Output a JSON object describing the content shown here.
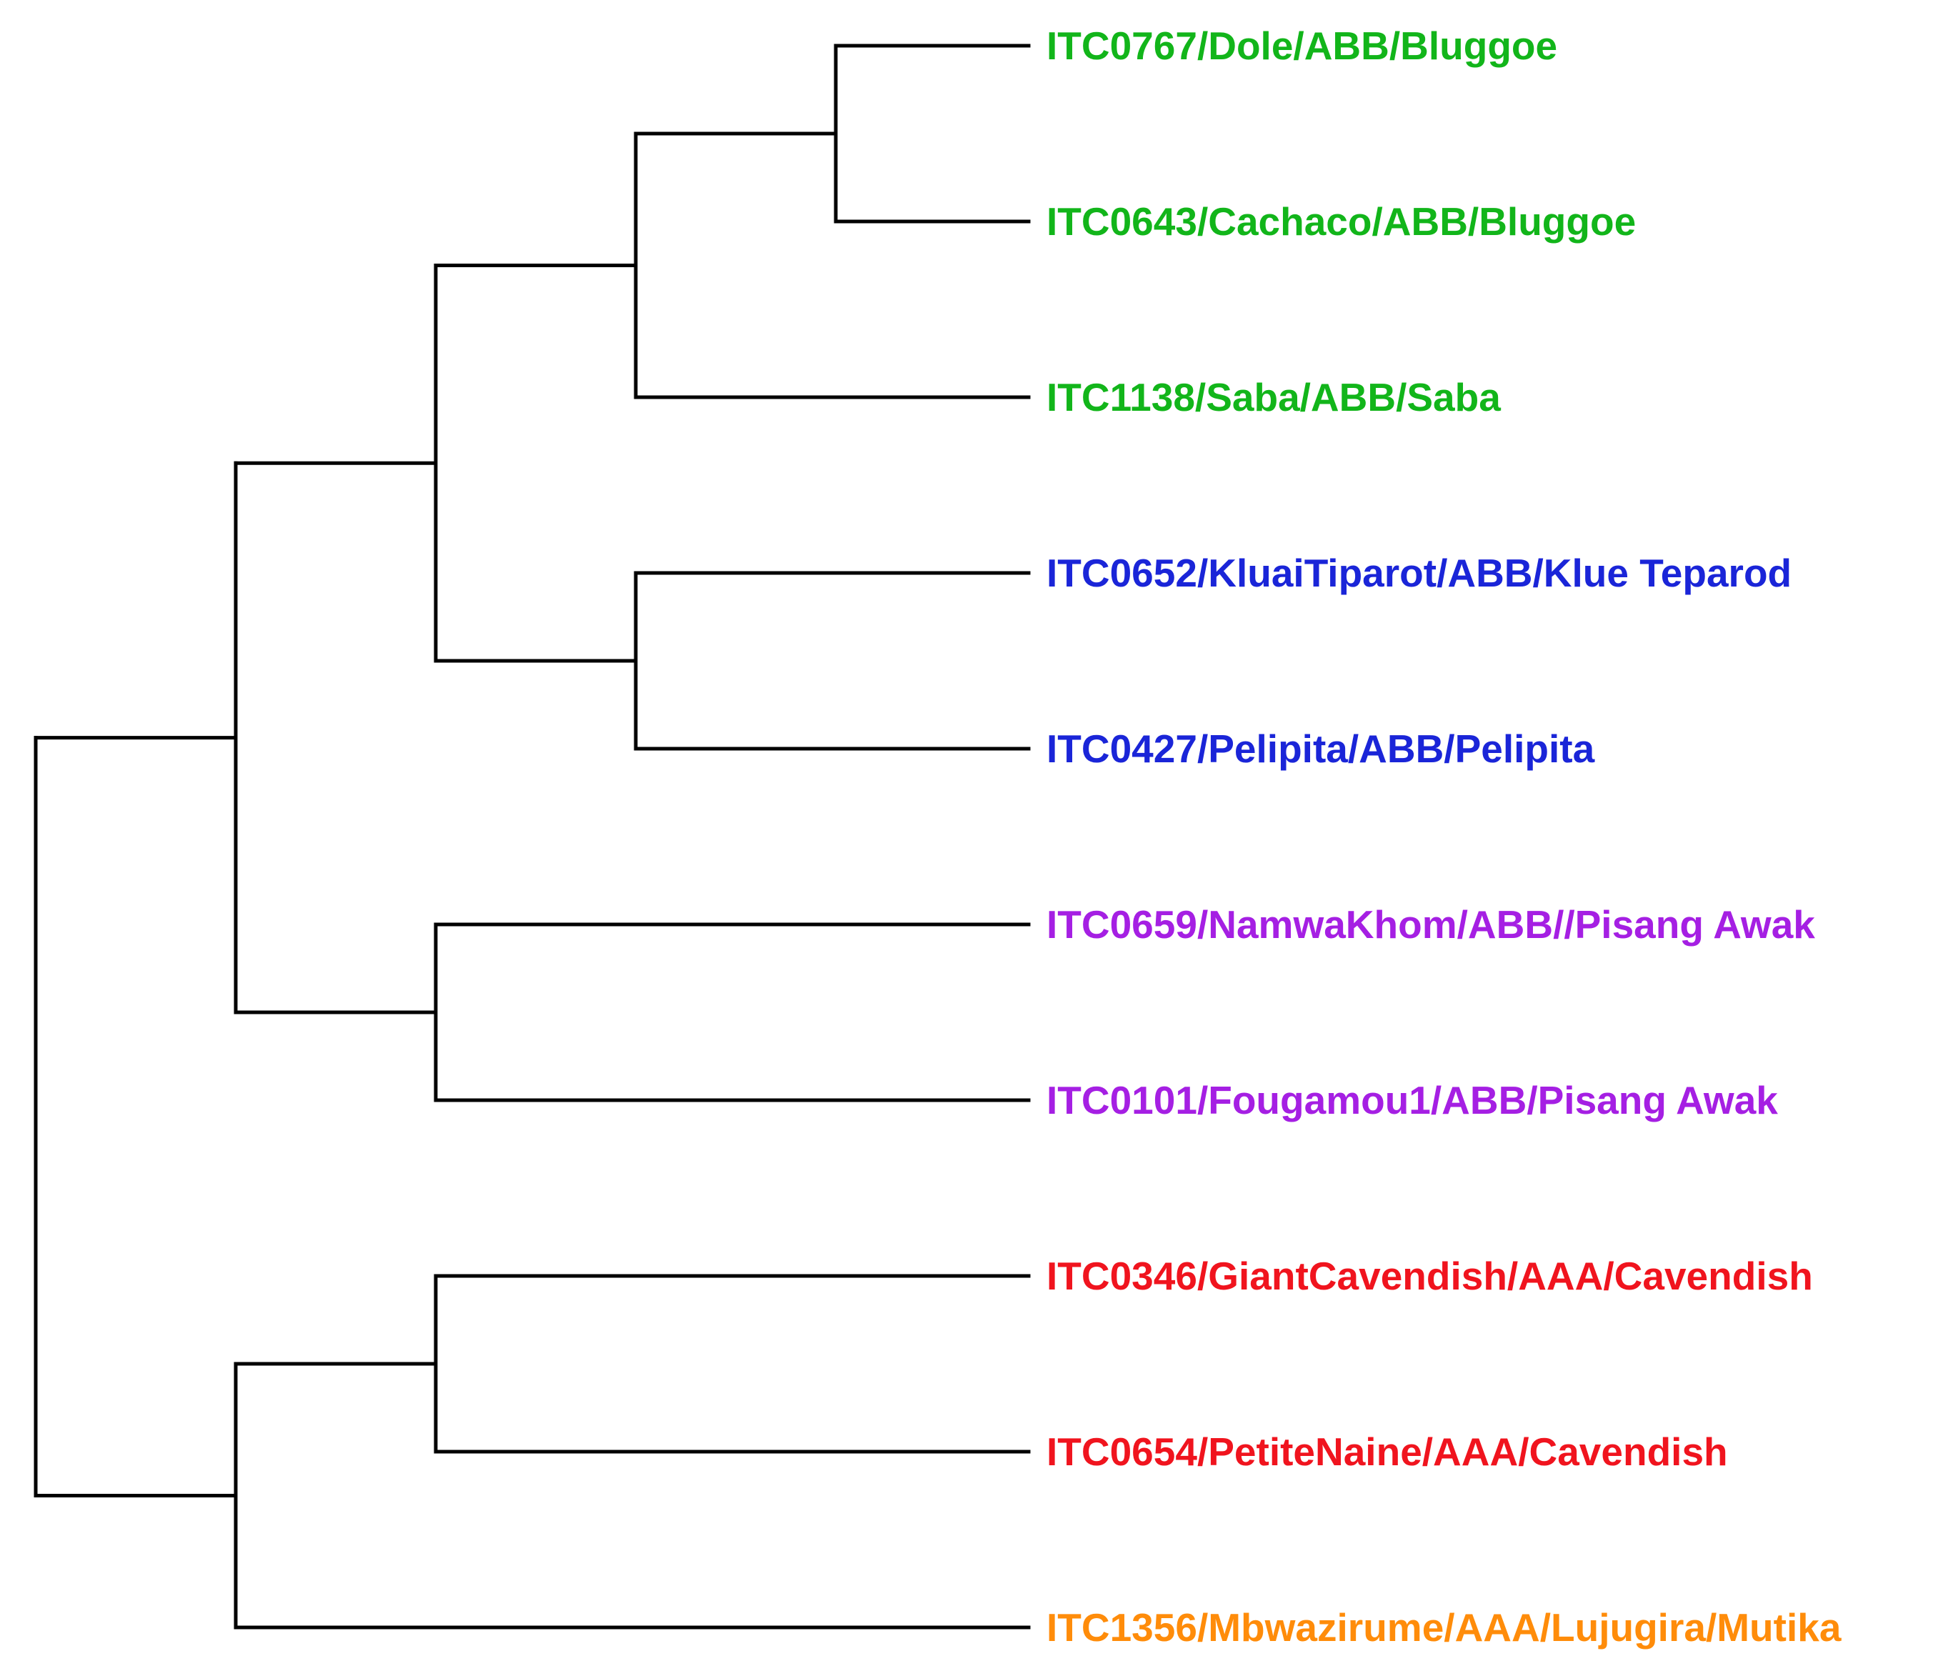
{
  "colors": {
    "branch": "#000000",
    "bluggoe_saba": "#12b51a",
    "klue_pelipita": "#1a25d8",
    "pisang_awak": "#a51fe3",
    "cavendish": "#f0141e",
    "lujugira": "#ff8c0a"
  },
  "leaves": [
    {
      "label": "ITC0767/Dole/ABB/Bluggoe",
      "color": "#12b51a"
    },
    {
      "label": "ITC0643/Cachaco/ABB/Bluggoe",
      "color": "#12b51a"
    },
    {
      "label": "ITC1138/Saba/ABB/Saba",
      "color": "#12b51a"
    },
    {
      "label": "ITC0652/KluaiTiparot/ABB/Klue Teparod",
      "color": "#1a25d8"
    },
    {
      "label": "ITC0427/Pelipita/ABB/Pelipita",
      "color": "#1a25d8"
    },
    {
      "label": "ITC0659/NamwaKhom/ABB//Pisang Awak",
      "color": "#a51fe3"
    },
    {
      "label": "ITC0101/Fougamou1/ABB/Pisang Awak",
      "color": "#a51fe3"
    },
    {
      "label": "ITC0346/GiantCavendish/AAA/Cavendish",
      "color": "#f0141e"
    },
    {
      "label": "ITC0654/PetiteNaine/AAA/Cavendish",
      "color": "#f0141e"
    },
    {
      "label": "ITC1356/Mbwazirume/AAA/Lujugira/Mutika",
      "color": "#ff8c0a"
    }
  ],
  "tree": {
    "children": [
      {
        "children": [
          {
            "children": [
              {
                "children": [
                  {
                    "children": [
                      {
                        "leaf": 0
                      },
                      {
                        "leaf": 1
                      }
                    ]
                  },
                  {
                    "leaf": 2
                  }
                ]
              },
              {
                "children": [
                  {
                    "leaf": 3
                  },
                  {
                    "leaf": 4
                  }
                ]
              }
            ]
          },
          {
            "children": [
              {
                "leaf": 5
              },
              {
                "leaf": 6
              }
            ]
          }
        ]
      },
      {
        "children": [
          {
            "children": [
              {
                "leaf": 7
              },
              {
                "leaf": 8
              }
            ]
          },
          {
            "leaf": 9
          }
        ]
      }
    ]
  }
}
